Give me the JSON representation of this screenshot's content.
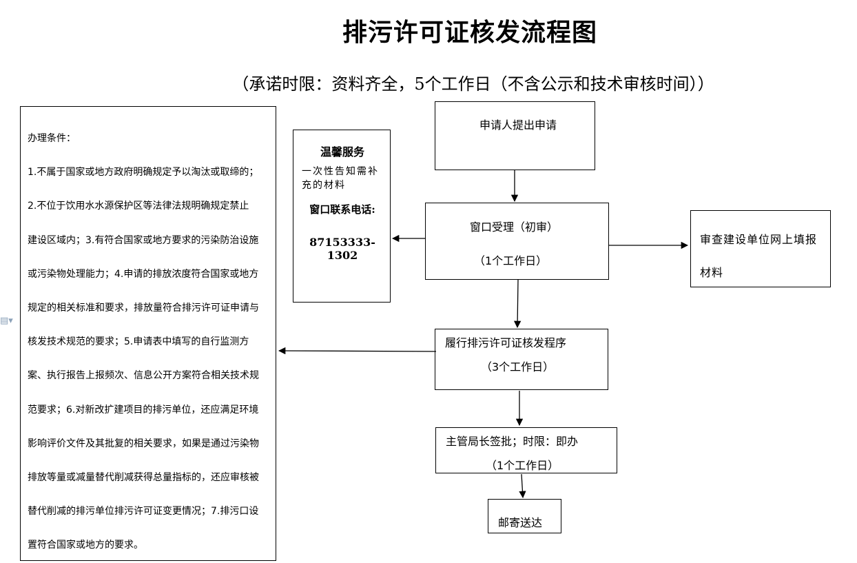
{
  "title": "排污许可证核发流程图",
  "subtitle": "（承诺时限：资料齐全，5个工作日（不含公示和技术审核时间））",
  "conditions": {
    "lines": [
      "办理条件：",
      "1.不属于国家或地方政府明确规定予以淘汰或取缔的；",
      "2.不位于饮用水水源保护区等法律法规明确规定禁止",
      "建设区域内；3.有符合国家或地方要求的污染防治设施",
      "或污染物处理能力；4.申请的排放浓度符合国家或地方",
      "规定的相关标准和要求，排放量符合排污许可证申请与",
      "核发技术规范的要求；5.申请表中填写的自行监测方",
      "案、执行报告上报频次、信息公开方案符合相关技术规",
      "范要求；6.对新改扩建项目的排污单位，还应满足环境",
      "影响评价文件及其批复的相关要求，如果是通过污染物",
      "排放等量或减量替代削减获得总量指标的，还应审核被",
      "替代削减的排污单位排污许可证变更情况；7.排污口设",
      "置符合国家或地方的要求。"
    ]
  },
  "warm_service": {
    "heading": "温馨服务",
    "text": "一次性告知需补充的材料",
    "phone_label": "窗口联系电话:",
    "phone": "87153333-1302"
  },
  "steps": {
    "apply": "申请人提出申请",
    "window_line1": "窗口受理（初审）",
    "window_line2": "（1个工作日）",
    "online": "审查建设单位网上填报材料",
    "procedure_line1": "履行排污许可证核发程序",
    "procedure_line2": "（3个工作日）",
    "approve_line1": "主管局长签批；时限：即办",
    "approve_line2": "（1个工作日）",
    "mail": "邮寄送达"
  },
  "icons": {
    "side": "document-icon"
  }
}
